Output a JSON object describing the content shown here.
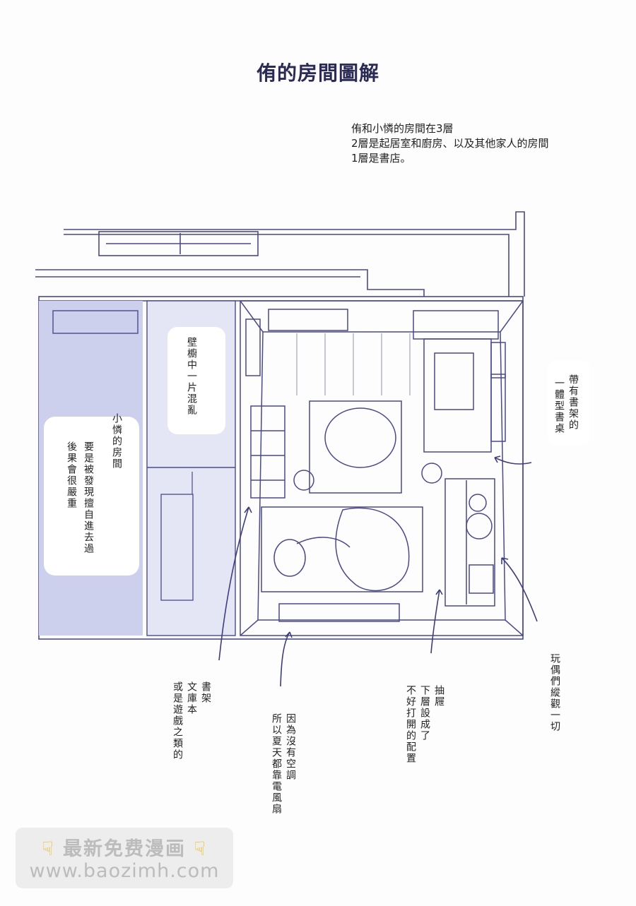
{
  "title": "侑的房間圖解",
  "intro": {
    "lines": [
      "侑和小憐的房間在3層",
      "2層是起居室和廚房、以及其他家人的房間",
      "1層是書店。"
    ]
  },
  "callouts": {
    "closet": "壁櫥中一片混亂",
    "ren_room_1": "小憐的房間",
    "ren_room_2": "要是被發現擅自進去過",
    "ren_room_3": "後果會很嚴重",
    "desk_1": "帶有書架的",
    "desk_2": "一體型書桌",
    "dolls_1": "玩偶們縱觀一切",
    "shelf_1": "書架",
    "shelf_2": "文庫本",
    "shelf_3": "或是遊戲之類的",
    "fan_1": "因為沒有空調",
    "fan_2": "所以夏天都靠電風扇",
    "drawer_1": "抽屜",
    "drawer_2": "下層設成了",
    "drawer_3": "不好打開的配置"
  },
  "colors": {
    "line": "#4a4a8a",
    "ren_room_fill": "#cdd0ec",
    "closet_fill": "#e4e6f5",
    "arrow": "#3e3e7a"
  },
  "watermark": {
    "line1": "最新免费漫画",
    "line2": "www.baozimh.com",
    "icon": "pointing-down-hand-icon"
  }
}
